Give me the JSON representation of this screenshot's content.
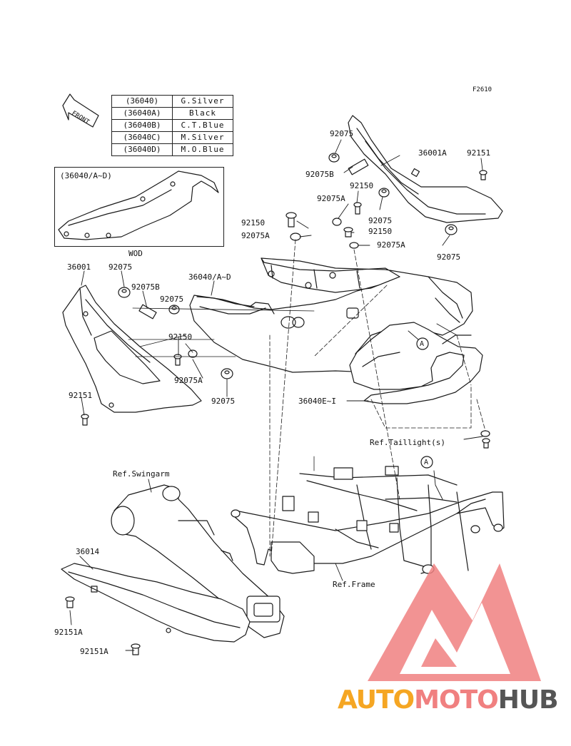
{
  "figure_code": "F2610",
  "front_arrow_text": "FRONT",
  "color_table": [
    {
      "code": "(36040)",
      "color": "G.Silver"
    },
    {
      "code": "(36040A)",
      "color": "Black"
    },
    {
      "code": "(36040B)",
      "color": "C.T.Blue"
    },
    {
      "code": "(36040C)",
      "color": "M.Silver"
    },
    {
      "code": "(36040D)",
      "color": "M.O.Blue"
    }
  ],
  "inset": {
    "label": "(36040/A~D)",
    "caption": "WOD"
  },
  "part_labels": {
    "p36001": "36001",
    "p36001A": "36001A",
    "p36014": "36014",
    "p36040AD": "36040/A~D",
    "p36040EI": "36040E~I",
    "p92075_a": "92075",
    "p92075_b": "92075",
    "p92075_c": "92075",
    "p92075_d": "92075",
    "p92075_e": "92075",
    "p92075_f": "92075",
    "p92075A_a": "92075A",
    "p92075A_b": "92075A",
    "p92075A_c": "92075A",
    "p92075A_d": "92075A",
    "p92075B_a": "92075B",
    "p92075B_b": "92075B",
    "p92150_a": "92150",
    "p92150_b": "92150",
    "p92150_c": "92150",
    "p92150_d": "92150",
    "p92151_a": "92151",
    "p92151_b": "92151",
    "p92151A_a": "92151A",
    "p92151A_b": "92151A"
  },
  "references": {
    "swingarm": "Ref.Swingarm",
    "frame": "Ref.Frame",
    "taillight": "Ref.Taillight(s)"
  },
  "callouts": {
    "a1": "A",
    "a2": "A"
  },
  "watermark": {
    "part1": "AUTO",
    "part2": "MOTO",
    "part3": "HUB",
    "color1": "#f5a623",
    "color2": "#f08080",
    "color3": "#555555"
  },
  "line_color": "#1a1a1a"
}
